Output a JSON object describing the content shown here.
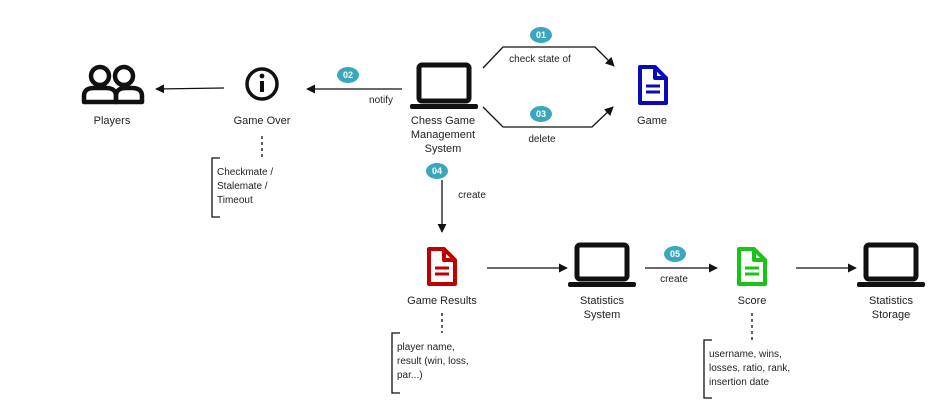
{
  "nodes": {
    "players": {
      "label": "Players"
    },
    "game_over": {
      "label": "Game Over"
    },
    "cgms": {
      "label_lines": [
        "Chess Game",
        "Management",
        "System"
      ]
    },
    "game": {
      "label": "Game"
    },
    "game_results": {
      "label": "Game Results"
    },
    "stats_system": {
      "label_lines": [
        "Statistics",
        "System"
      ]
    },
    "score": {
      "label": "Score"
    },
    "stats_storage": {
      "label_lines": [
        "Statistics",
        "Storage"
      ]
    }
  },
  "edges": {
    "check_state": {
      "label": "check state of",
      "step": "01"
    },
    "notify": {
      "label": "notify",
      "step": "02"
    },
    "delete": {
      "label": "delete",
      "step": "03"
    },
    "create_results": {
      "label": "create",
      "step": "04"
    },
    "create_score": {
      "label": "create",
      "step": "05"
    }
  },
  "notes": {
    "game_over": [
      "Checkmate /",
      "Stalemate /",
      "Timeout"
    ],
    "game_results": [
      "player name,",
      "result (win, loss,",
      "par...)"
    ],
    "score": [
      "username, wins,",
      "losses, ratio, rank,",
      "insertion date"
    ]
  },
  "colors": {
    "badge": "#3aa7bd",
    "doc_blue": "#0a0ab8",
    "doc_red": "#c00000",
    "doc_green": "#18c418",
    "icon_black": "#111111"
  },
  "icons": {
    "players": "users-icon",
    "game_over": "info-icon",
    "cgms": "laptop-icon",
    "game": "document-icon",
    "game_results": "document-icon",
    "stats_system": "laptop-icon",
    "score": "document-icon",
    "stats_storage": "laptop-icon"
  }
}
